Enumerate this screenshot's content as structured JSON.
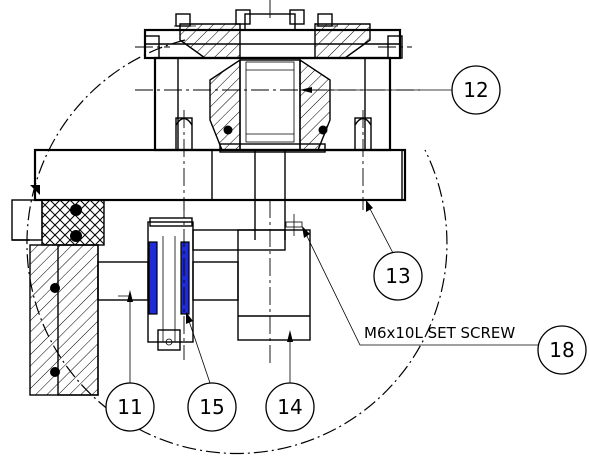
{
  "drawing": {
    "callouts": [
      {
        "id": "12",
        "label": "12"
      },
      {
        "id": "13",
        "label": "13"
      },
      {
        "id": "18",
        "label": "18"
      },
      {
        "id": "11",
        "label": "11"
      },
      {
        "id": "15",
        "label": "15"
      },
      {
        "id": "14",
        "label": "14"
      }
    ],
    "notes": {
      "set_screw": "M6x10L SET SCREW"
    },
    "colors": {
      "line": "#000000",
      "highlight": "#1f2bd6",
      "background": "#ffffff"
    }
  }
}
